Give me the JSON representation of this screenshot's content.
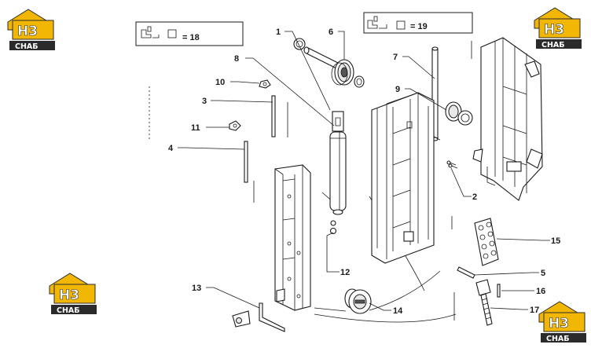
{
  "logo": {
    "line1": "Н3",
    "line2": "СНАБ",
    "color_gold": "#f2b705",
    "color_dark": "#2b2b2b"
  },
  "ref_boxes": [
    {
      "equals": "= 18"
    },
    {
      "equals": "= 19"
    }
  ],
  "callouts": {
    "c1": "1",
    "c2": "2",
    "c3": "3",
    "c4": "4",
    "c5": "5",
    "c6": "6",
    "c7": "7",
    "c8": "8",
    "c9": "9",
    "c10": "10",
    "c11": "11",
    "c12": "12",
    "c13": "13",
    "c14": "14",
    "c15": "15",
    "c16": "16",
    "c17": "17"
  }
}
